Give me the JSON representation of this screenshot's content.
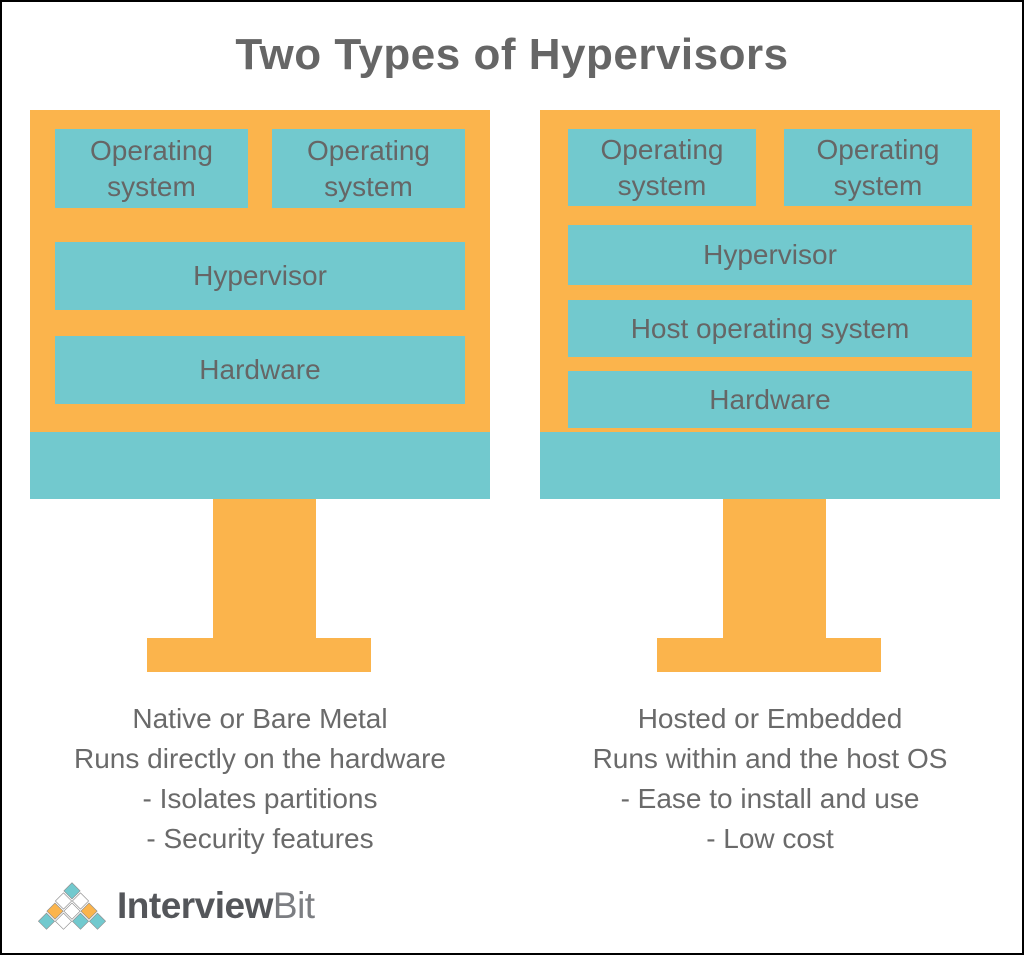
{
  "title": "Two Types of Hypervisors",
  "colors": {
    "orange": "#FBB44C",
    "teal": "#72C9CE",
    "box_text": "#666666",
    "caption_text": "#6A6A6A",
    "logo_dark": "#54565A",
    "logo_light": "#7C7E82",
    "white": "#FFFFFF",
    "border": "#000000"
  },
  "diagrams": [
    {
      "os_boxes": [
        "Operating system",
        "Operating system"
      ],
      "layers": [
        "Hypervisor",
        "Hardware"
      ],
      "caption_lines": [
        "Native or Bare Metal",
        "Runs directly on the hardware",
        "- Isolates partitions",
        "- Security features"
      ]
    },
    {
      "os_boxes": [
        "Operating system",
        "Operating system"
      ],
      "layers": [
        "Hypervisor",
        "Host operating system",
        "Hardware"
      ],
      "caption_lines": [
        "Hosted or Embedded",
        "Runs within and the host OS",
        "- Ease to install and use",
        "- Low cost"
      ]
    }
  ],
  "logo": {
    "text_bold": "Interview",
    "text_light": "Bit"
  }
}
